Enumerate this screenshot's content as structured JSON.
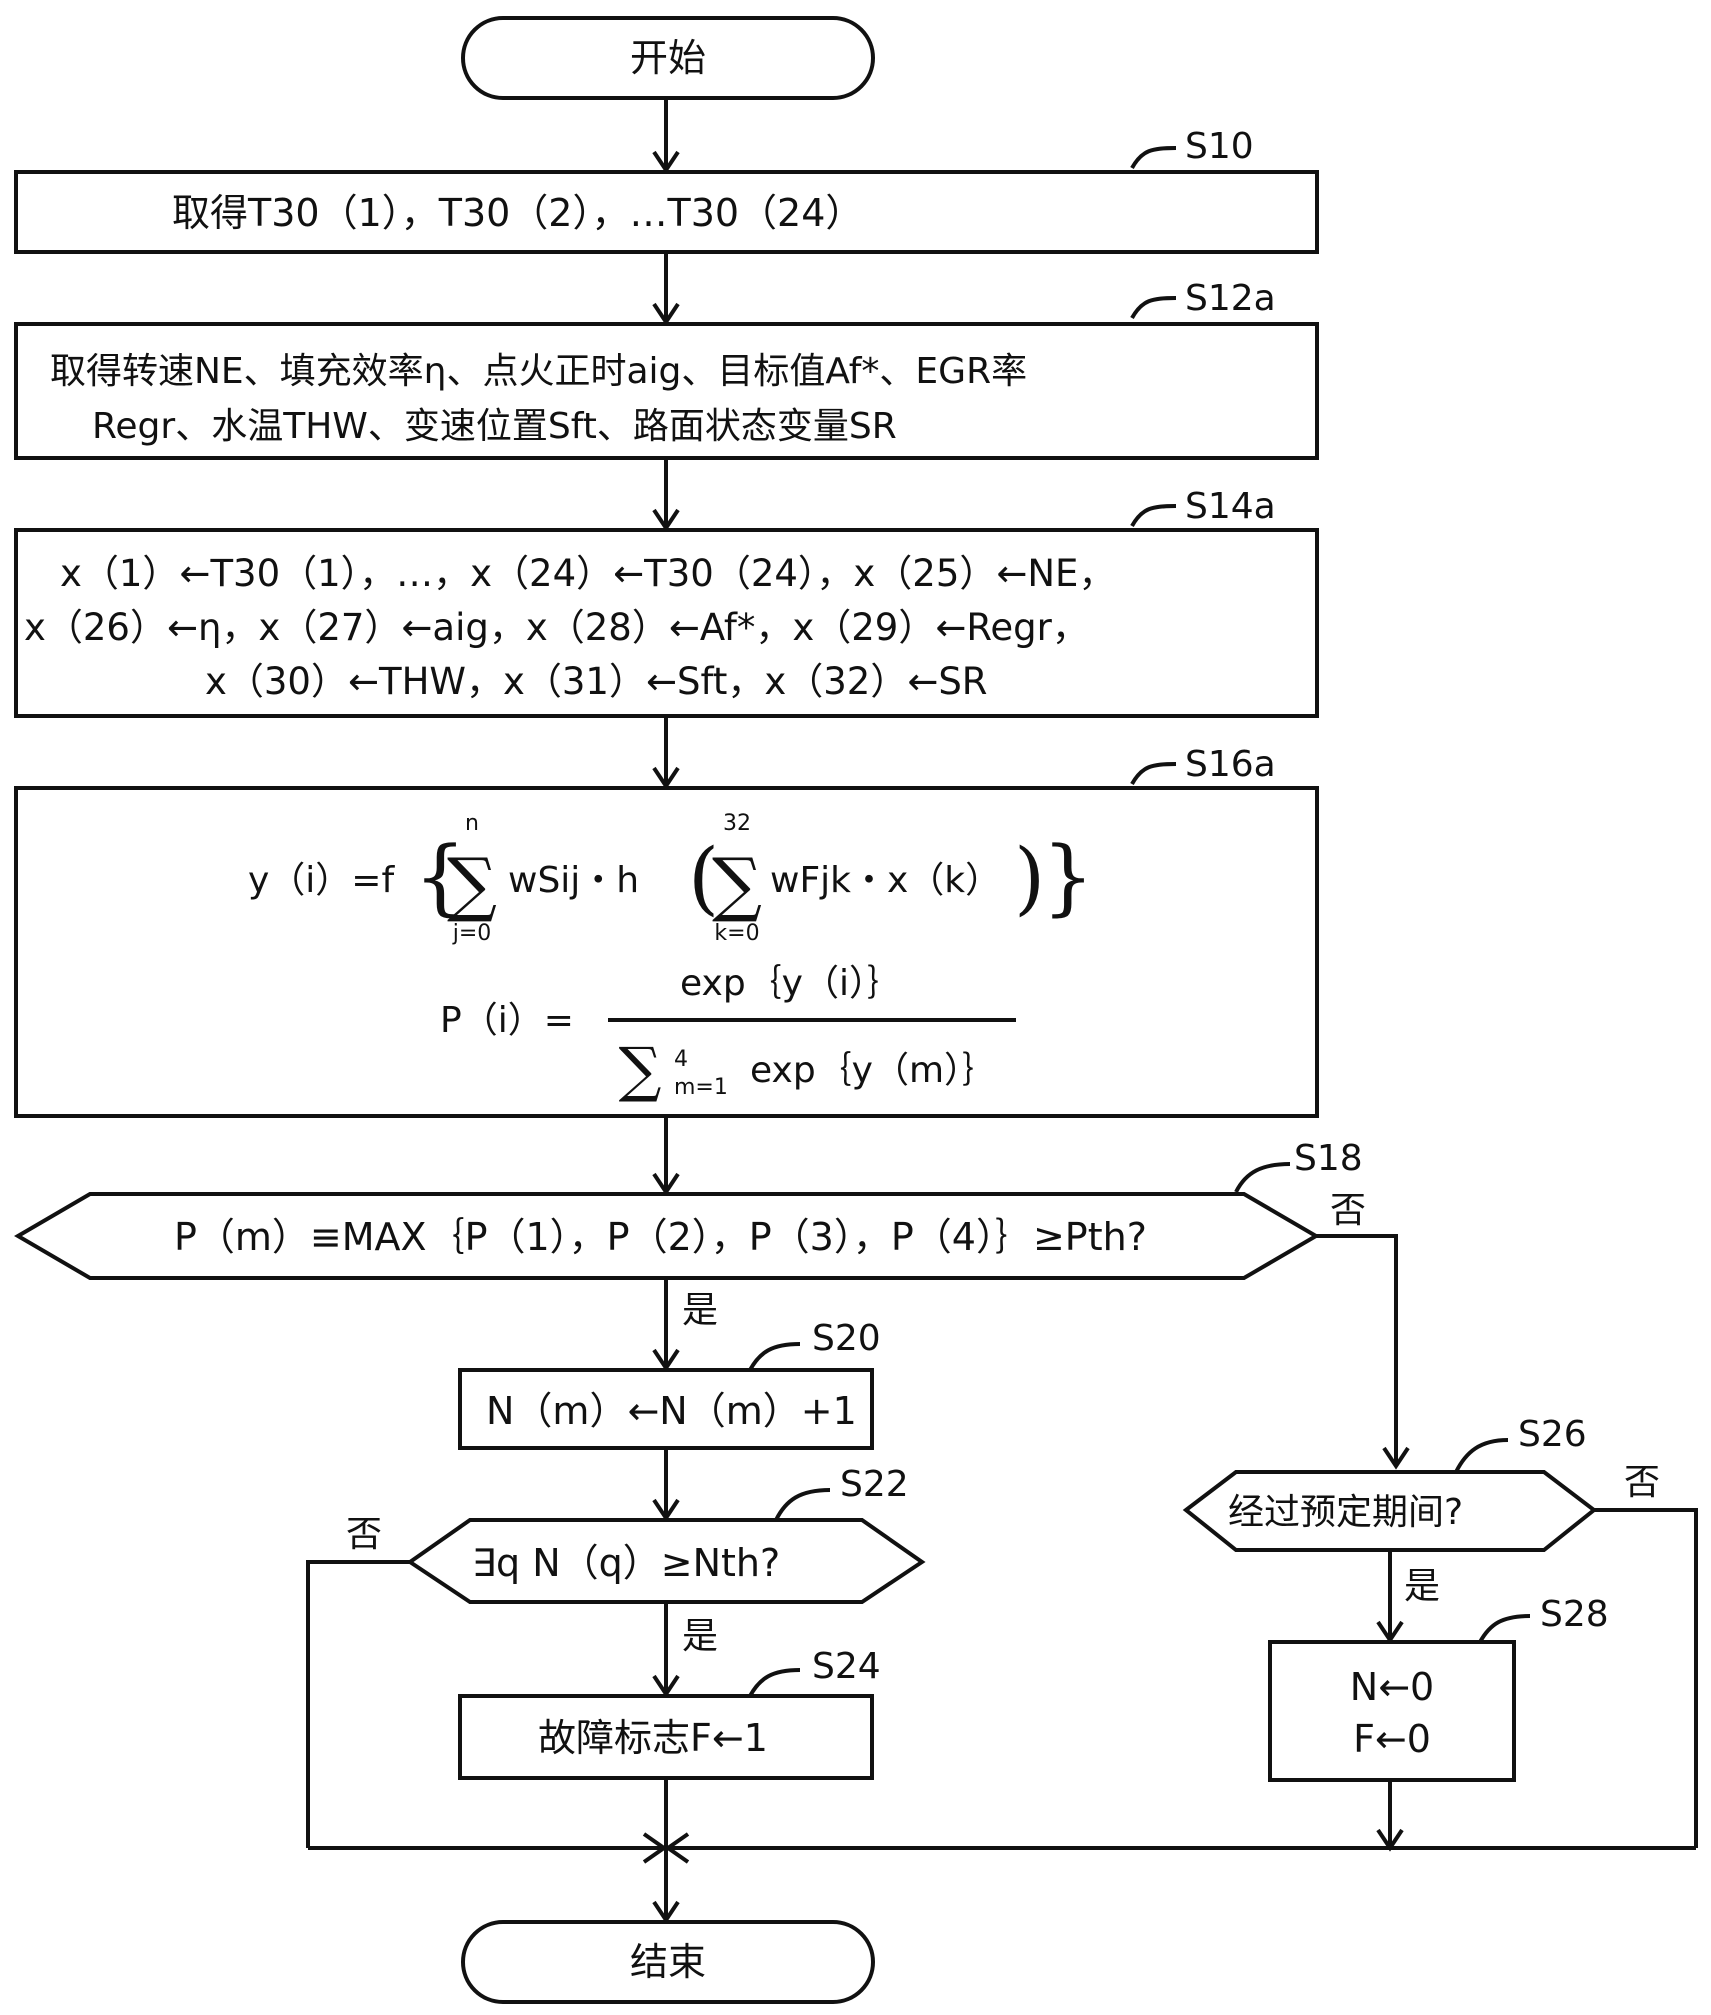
{
  "steps": {
    "start": "开始",
    "end": "结束",
    "s10": {
      "id": "S10",
      "text": "取得T30（1），T30（2），…T30（24）"
    },
    "s12a": {
      "id": "S12a",
      "line1": "取得转速NE、填充效率η、点火正时aig、目标值Af*、EGR率",
      "line2": "Regr、水温THW、变速位置Sft、路面状态变量SR"
    },
    "s14a": {
      "id": "S14a",
      "line1": "x（1）←T30（1），…，x（24）←T30（24），x（25）←NE，",
      "line2": "x（26）←η，x（27）←aig，x（28）←Af*，x（29）←Regr，",
      "line3": "x（30）←THW，x（31）←Sft，x（32）←SR"
    },
    "s16a": {
      "id": "S16a",
      "eq1_lhs": "y（i）=f",
      "sum1_top": "n",
      "sum1_bottom": "j=0",
      "eq1_term1": "wSij・h",
      "sum2_top": "32",
      "sum2_bottom": "k=0",
      "eq1_term2": "wFjk・x（k）",
      "eq2_lhs": "P（i）=",
      "eq2_num": "exp｛y（i）｝",
      "eq2_sum_top": "4",
      "eq2_sum_bottom": "m=1",
      "eq2_den": "exp｛y（m）｝"
    },
    "s18": {
      "id": "S18",
      "text": "P（m）≡MAX｛P（1），P（2），P（3），P（4）｝≥Pth?"
    },
    "s20": {
      "id": "S20",
      "text": "N（m）←N（m）+1"
    },
    "s22": {
      "id": "S22",
      "text": "∃q  N（q）≥Nth?"
    },
    "s24": {
      "id": "S24",
      "text": "故障标志F←1"
    },
    "s26": {
      "id": "S26",
      "text": "经过预定期间?"
    },
    "s28": {
      "id": "S28",
      "line1": "N←0",
      "line2": "F←0"
    }
  },
  "branches": {
    "yes": "是",
    "no": "否"
  }
}
